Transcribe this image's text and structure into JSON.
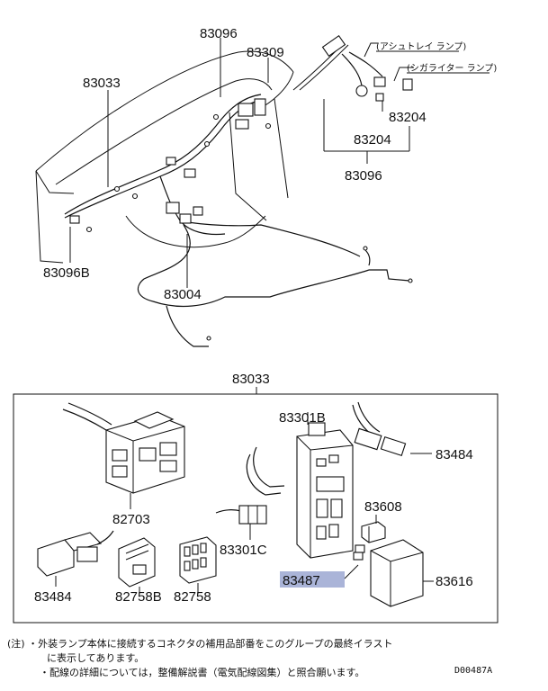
{
  "labels": {
    "p83096_top": "83096",
    "p83309": "83309",
    "p83033_top": "83033",
    "p83096B": "83096B",
    "p83004": "83004",
    "p83204_a": "83204",
    "p83204_b": "83204",
    "p83096_right": "83096",
    "p83033_box": "83033",
    "p83301B": "83301B",
    "p83484_right": "83484",
    "p82703": "82703",
    "p83608": "83608",
    "p83301C": "83301C",
    "p83487": "83487",
    "p83616": "83616",
    "p83484_left": "83484",
    "p82758B": "82758B",
    "p82758": "82758"
  },
  "callouts": {
    "ashtray_lamp": "(アシュトレイ ランプ)",
    "cigar_lamp": "(シガライター ランプ)"
  },
  "notes": {
    "prefix": "(注)",
    "line1": "・外装ランプ本体に接続するコネクタの補用品部番をこのグループの最終イラスト",
    "line2": "に表示してあります。",
    "line3": "・配線の詳細については，整備解説書（電気配線図集）と照合願います。"
  },
  "drawing_code": "D00487A",
  "colors": {
    "highlight": "#aab4d8",
    "ink": "#111111"
  }
}
